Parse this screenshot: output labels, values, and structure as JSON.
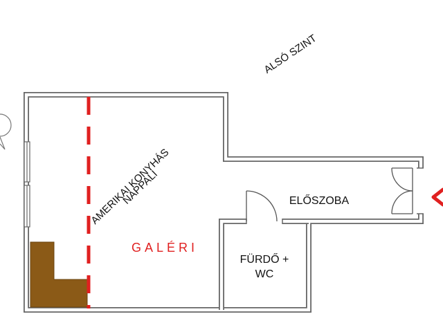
{
  "labels": {
    "level": "ALSÓ SZINT",
    "living_line1": "AMERIKAI KONYHÁS",
    "living_line2": "NAPPALI",
    "gallery": "GALÉRI",
    "hall": "ELŐSZOBA",
    "bath_line1": "FÜRDŐ +",
    "bath_line2": "WC"
  },
  "colors": {
    "wall": "#666666",
    "wall_fill": "#ffffff",
    "gallery_line": "#e02020",
    "gallery_text": "#e02020",
    "kitchen_counter": "#8b5a17",
    "entrance_arrow": "#e02020"
  },
  "icons": {
    "entrance": "entrance-arrow-icon",
    "compass": "compass-icon"
  }
}
